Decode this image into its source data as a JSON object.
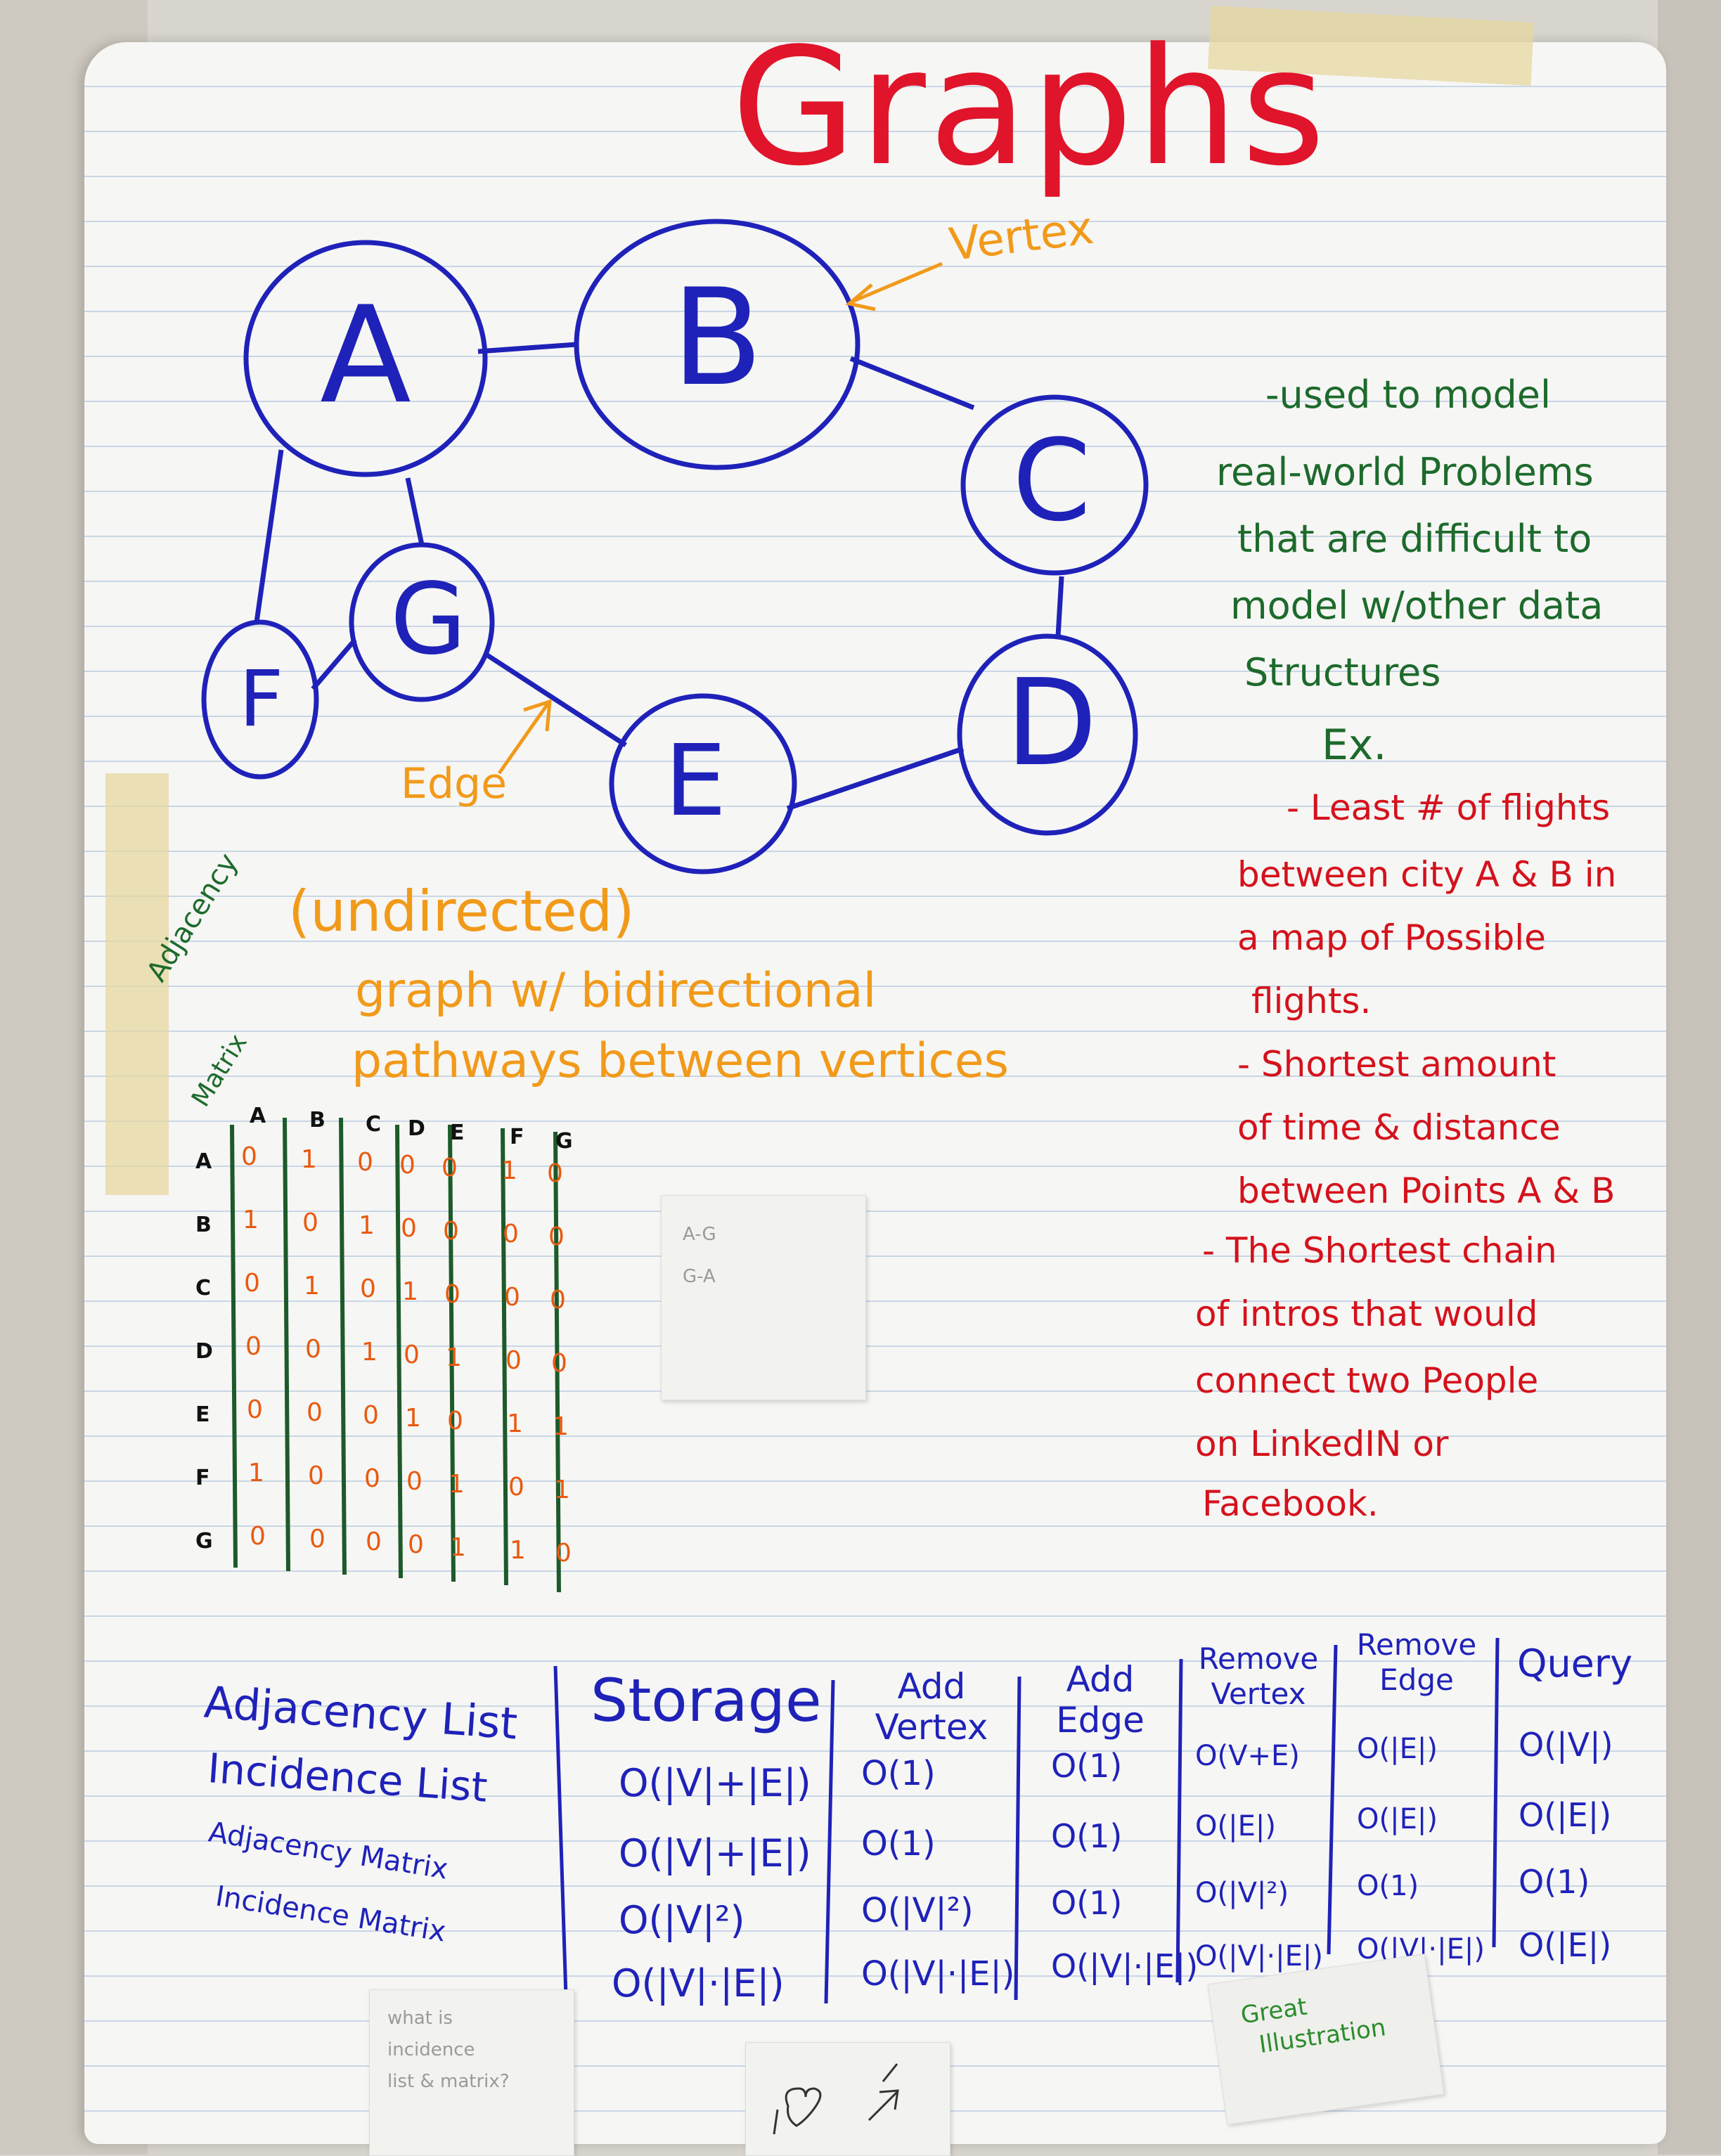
{
  "title": "Graphs",
  "labels": {
    "vertex": "Vertex",
    "edge": "Edge",
    "undirected": "(undirected)",
    "undirected_desc_1": "graph w/ bidirectional",
    "undirected_desc_2": "pathways between vertices"
  },
  "vertices": [
    "A",
    "B",
    "C",
    "D",
    "E",
    "F",
    "G"
  ],
  "notes_green": [
    "-used to model",
    "real-world Problems",
    "that are difficult to",
    "model w/other data",
    "Structures"
  ],
  "examples_heading": "Ex.",
  "notes_red": [
    "- Least # of flights",
    "between city A & B in",
    "a map of Possible",
    "flights.",
    "- Shortest amount",
    "of time & distance",
    "between Points A & B",
    "- The Shortest chain",
    "of intros that would",
    "connect two People",
    "on LinkedIN or",
    "Facebook."
  ],
  "matrix": {
    "label_1": "Adjacency",
    "label_2": "Matrix",
    "columns": [
      "A",
      "B",
      "C",
      "D",
      "E",
      "F",
      "G"
    ],
    "rows": [
      {
        "label": "A",
        "values": [
          "0",
          "1",
          "0",
          "0",
          "0",
          "1",
          "0"
        ]
      },
      {
        "label": "B",
        "values": [
          "1",
          "0",
          "1",
          "0",
          "0",
          "0",
          "0"
        ]
      },
      {
        "label": "C",
        "values": [
          "0",
          "1",
          "0",
          "1",
          "0",
          "0",
          "0"
        ]
      },
      {
        "label": "D",
        "values": [
          "0",
          "0",
          "1",
          "0",
          "1",
          "0",
          "0"
        ]
      },
      {
        "label": "E",
        "values": [
          "0",
          "0",
          "0",
          "1",
          "0",
          "1",
          "1"
        ]
      },
      {
        "label": "F",
        "values": [
          "1",
          "0",
          "0",
          "0",
          "1",
          "0",
          "1"
        ]
      },
      {
        "label": "G",
        "values": [
          "0",
          "0",
          "0",
          "0",
          "1",
          "1",
          "0"
        ]
      }
    ]
  },
  "sticky_note_1": [
    "A-G",
    "G-A"
  ],
  "complexity_table": {
    "headers": [
      "Storage",
      "Add Vertex",
      "Add Edge",
      "Remove Vertex",
      "Remove Edge",
      "Query"
    ],
    "rows": [
      {
        "name": "Adjacency List",
        "values": [
          "O(|V|+|E|)",
          "O(1)",
          "O(1)",
          "O(V+E)",
          "O(|E|)",
          "O(|V|)"
        ]
      },
      {
        "name": "Incidence List",
        "values": [
          "O(|V|+|E|)",
          "O(1)",
          "O(1)",
          "O(|E|)",
          "O(|E|)",
          "O(|E|)"
        ]
      },
      {
        "name": "Adjacency Matrix",
        "values": [
          "O(|V|²)",
          "O(|V|²)",
          "O(1)",
          "O(|V|²)",
          "O(1)",
          "O(1)"
        ]
      },
      {
        "name": "Incidence Matrix",
        "values": [
          "O(|V|·|E|)",
          "O(|V|·|E|)",
          "O(|V|·|E|)",
          "O(|V|·|E|)",
          "O(|V|·|E|)",
          "O(|E|)"
        ]
      }
    ]
  },
  "sticky_note_2": [
    "what is",
    "incidence",
    "list & matrix?"
  ],
  "sticky_note_3": [
    "Great",
    "Illustration"
  ]
}
